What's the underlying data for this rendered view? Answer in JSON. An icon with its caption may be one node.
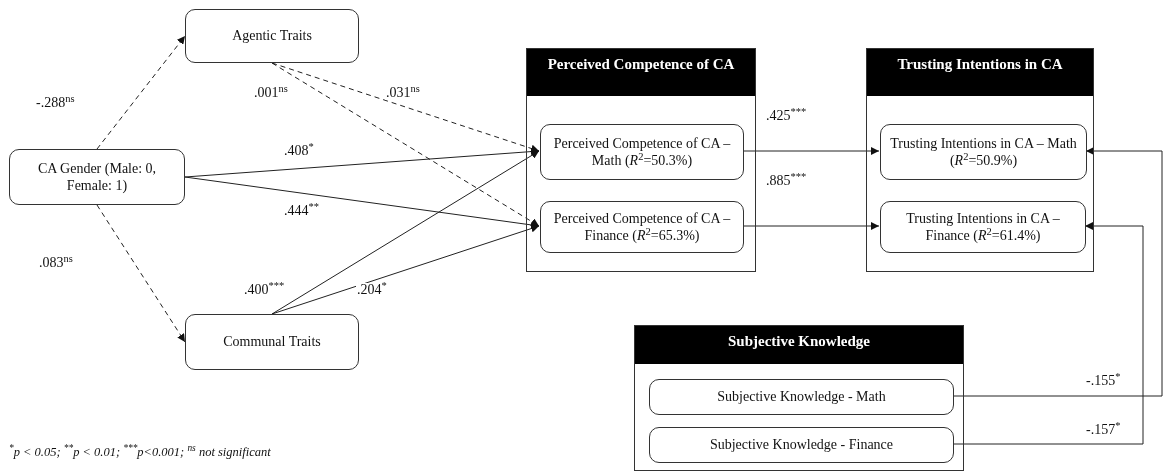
{
  "diagram": {
    "nodes": [
      {
        "text": [
          "Agentic Traits"
        ]
      },
      {
        "text": [
          "CA Gender (Male: 0, Female: 1)"
        ]
      },
      {
        "text": [
          "Communal Traits"
        ]
      },
      {
        "text": [
          "Perceived Competence of CA"
        ]
      },
      {
        "text": [
          "Perceived Competence of CA – Math (*R*$^{2}$=50.3%)"
        ],
        "in": 3
      },
      {
        "text": [
          "Perceived Competence of CA – Finance (*R*$^{2}$=65.3%)"
        ],
        "in": 3
      },
      {
        "text": [
          "Trusting Intentions in CA"
        ]
      },
      {
        "text": [
          "Trusting Intentions in CA – Math (*R*$^{2}$=50.9%)"
        ],
        "in": 6
      },
      {
        "text": [
          "Trusting Intentions in CA – Finance (*R*$^{2}$=61.4%)"
        ],
        "in": 6
      },
      {
        "text": [
          "Subjective Knowledge"
        ]
      },
      {
        "text": [
          "Subjective Knowledge - Math"
        ],
        "in": 9
      },
      {
        "text": [
          "Subjective Knowledge - Finance"
        ],
        "in": 9
      }
    ],
    "edges": [
      {
        "from": 1,
        "to": 0,
        "arrow": "to",
        "label": "-.288$^{ns}$",
        "style": "dashed"
      },
      {
        "from": 1,
        "to": 2,
        "arrow": "to",
        "label": ".083$^{ns}$",
        "style": "dashed"
      },
      {
        "from": 1,
        "to": 4,
        "arrow": "to",
        "label": ".408$^{*}$"
      },
      {
        "from": 1,
        "to": 5,
        "arrow": "to",
        "label": ".444$^{**}$"
      },
      {
        "from": 0,
        "to": 4,
        "arrow": "to",
        "label": ".031$^{ns}$",
        "style": "dashed"
      },
      {
        "from": 0,
        "to": 5,
        "arrow": "to",
        "label": ".001$^{ns}$",
        "style": "dashed"
      },
      {
        "from": 2,
        "to": 4,
        "arrow": "to",
        "label": ".400$^{***}$"
      },
      {
        "from": 2,
        "to": 5,
        "arrow": "to",
        "label": ".204$^{*}$"
      },
      {
        "from": 4,
        "to": 7,
        "arrow": "to",
        "label": ".425$^{***}$"
      },
      {
        "from": 5,
        "to": 8,
        "arrow": "to",
        "label": ".885$^{***}$"
      },
      {
        "from": 10,
        "to": 7,
        "arrow": "to",
        "label": "-.155$^{*}$"
      },
      {
        "from": 11,
        "to": 8,
        "arrow": "to",
        "label": "-.157$^{*}$"
      }
    ],
    "labels": [
      "$^{*}$p < 0.05; $^{**}$p < 0.01; $^{***}$p<0.001; $^{ns}$ not significant"
    ]
  }
}
